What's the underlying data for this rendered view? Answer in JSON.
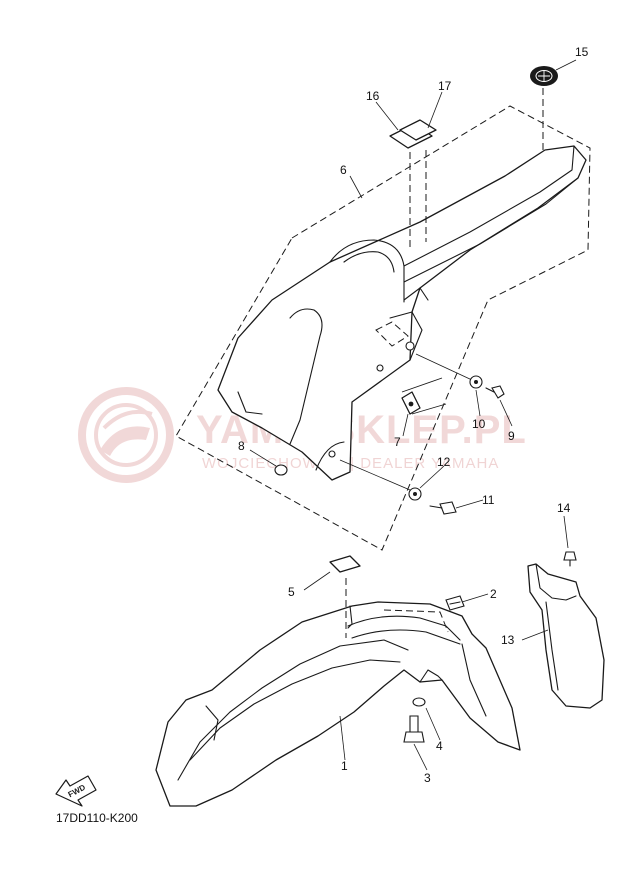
{
  "diagram": {
    "reference_code": "17DD110-K200",
    "fwd_label": "FWD",
    "callouts": [
      "1",
      "2",
      "3",
      "4",
      "5",
      "6",
      "7",
      "8",
      "9",
      "10",
      "11",
      "12",
      "13",
      "14",
      "15",
      "16",
      "17"
    ]
  },
  "watermark": {
    "title": "YAMA-SKLEP.PL",
    "subtitle": "WOJCIECHOWSKI | DEALER YAMAHA",
    "color": "#e7b9b9"
  },
  "colors": {
    "line": "#1a1a1a",
    "background": "#ffffff"
  }
}
